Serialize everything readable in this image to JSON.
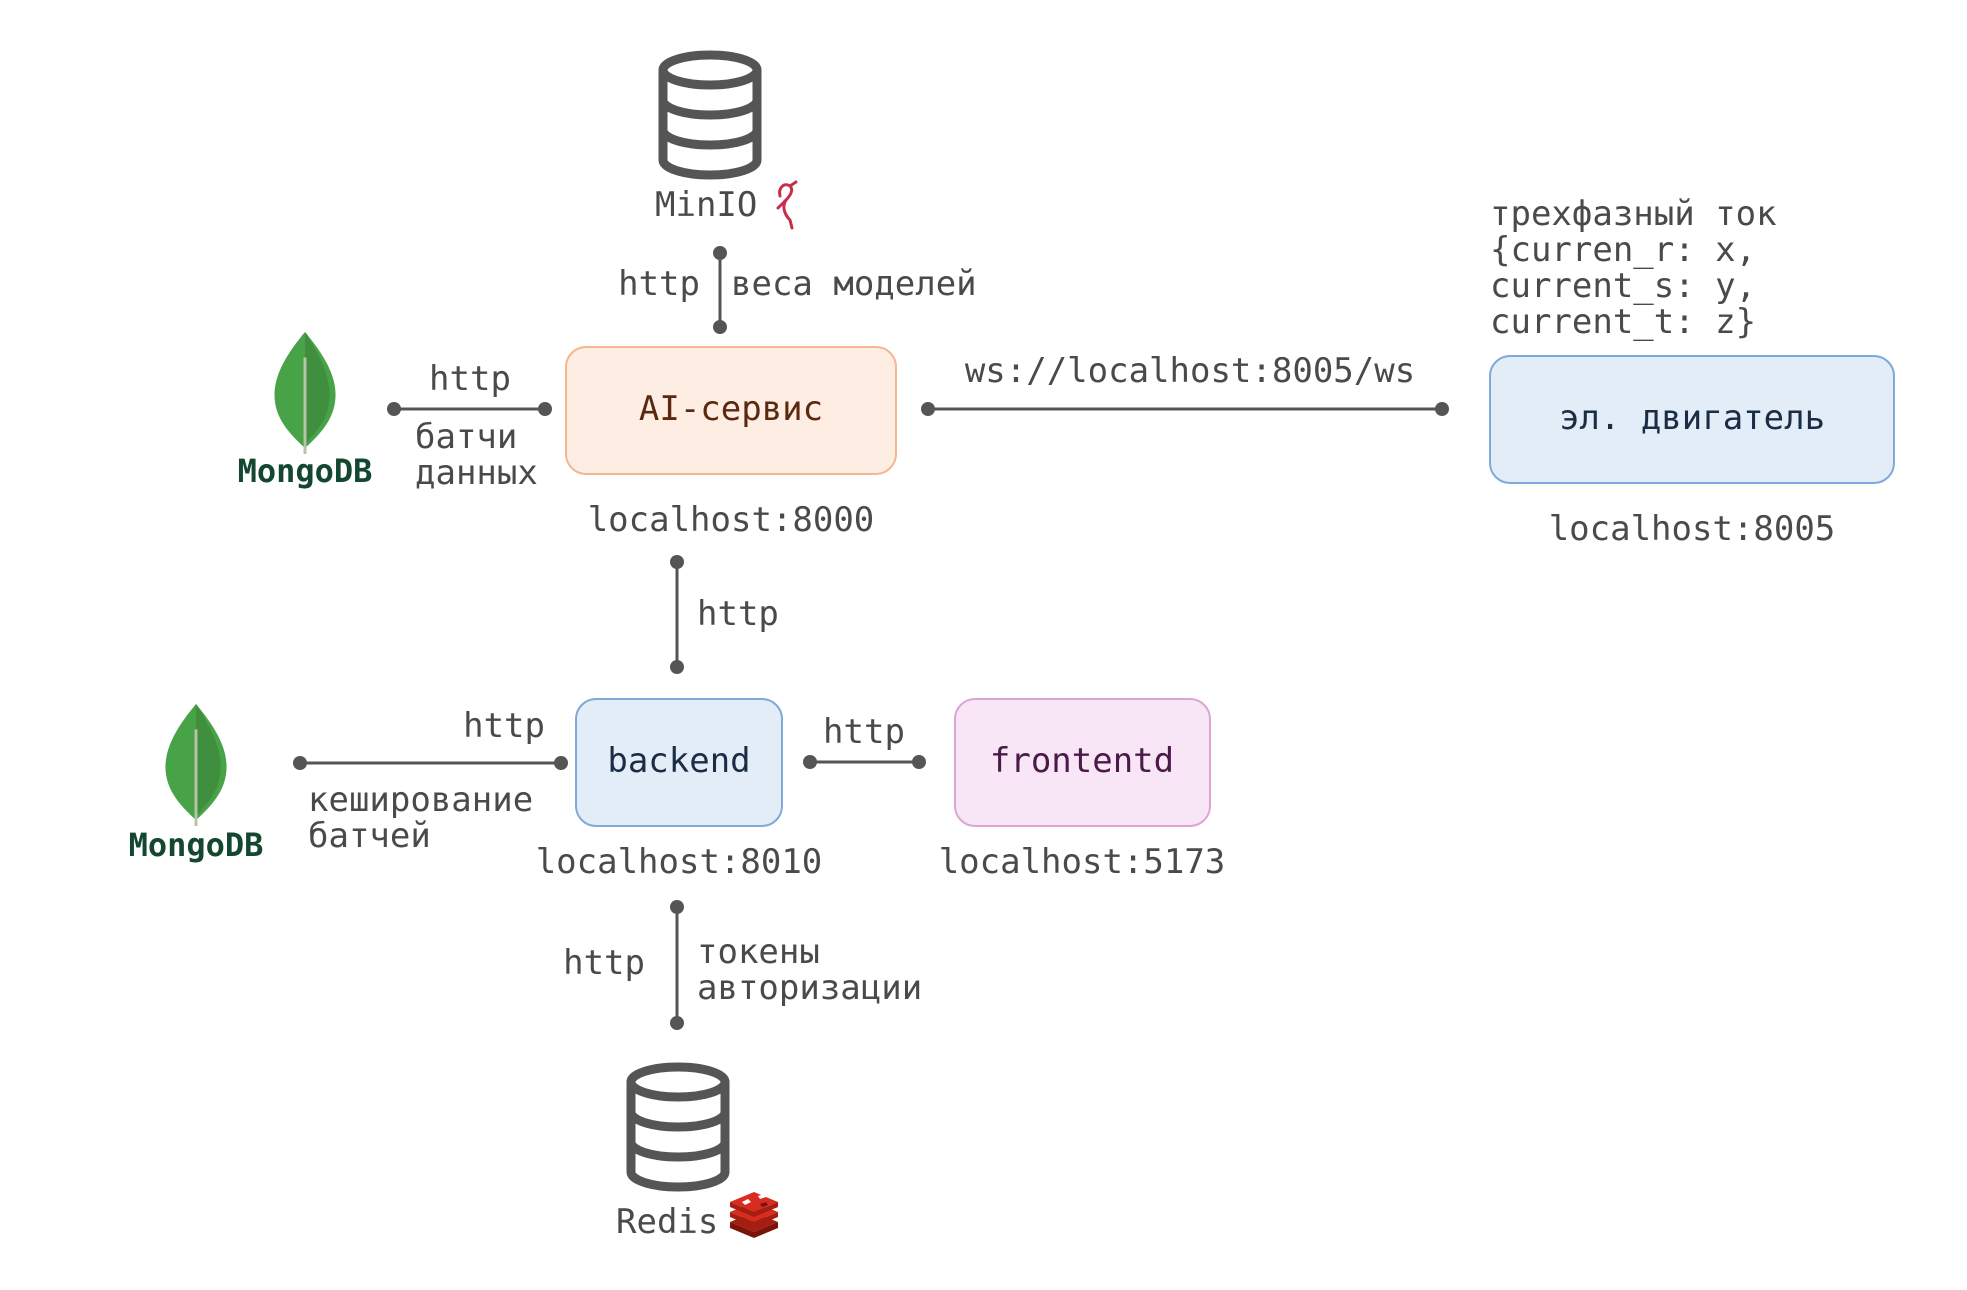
{
  "nodes": {
    "ai_service": {
      "label": "AI-сервис",
      "host": "localhost:8000"
    },
    "motor": {
      "label": "эл. двигатель",
      "host": "localhost:8005"
    },
    "backend": {
      "label": "backend",
      "host": "localhost:8010"
    },
    "frontend": {
      "label": "frontentd",
      "host": "localhost:5173"
    },
    "minio": {
      "label": "MinIO"
    },
    "redis": {
      "label": "Redis"
    },
    "mongo_top": {
      "label": "MongoDB"
    },
    "mongo_bottom": {
      "label": "MongoDB"
    }
  },
  "motor_payload": {
    "lines": [
      "трехфазный ток",
      "{curren_r: x,",
      "current_s: y,",
      "current_t: z}"
    ]
  },
  "edges": {
    "minio_ai": {
      "protocol": "http",
      "desc": "веса моделей"
    },
    "mongo_ai": {
      "protocol": "http",
      "desc_lines": [
        "батчи",
        "данных"
      ]
    },
    "ai_motor": {
      "protocol": "ws://localhost:8005/ws"
    },
    "ai_backend": {
      "protocol": "http"
    },
    "mongo_backend": {
      "protocol": "http",
      "desc_lines": [
        "кеширование",
        "батчей"
      ]
    },
    "backend_frontend": {
      "protocol": "http"
    },
    "backend_redis": {
      "protocol": "http",
      "desc_lines": [
        "токены",
        "авторизации"
      ]
    }
  },
  "colors": {
    "ai_fill": "#fdede2",
    "ai_stroke": "#f5b690",
    "ai_text": "#5a2a10",
    "blue_fill": "#e2edf8",
    "blue_stroke": "#7ea9d8",
    "blue_text": "#1b2d45",
    "pink_fill": "#f8e6f6",
    "pink_stroke": "#dba6d6",
    "pink_text": "#4a1a48",
    "connector": "#555555",
    "db_icon": "#555555",
    "mongo_leaf": "#47a248",
    "mongo_text": "#13472f",
    "redis_red": "#d82c20",
    "minio_red": "#c72e49"
  },
  "icons": {
    "database": "database-icon",
    "mongodb": "mongodb-leaf-icon",
    "redis": "redis-logo-icon",
    "minio": "minio-flamingo-icon"
  }
}
